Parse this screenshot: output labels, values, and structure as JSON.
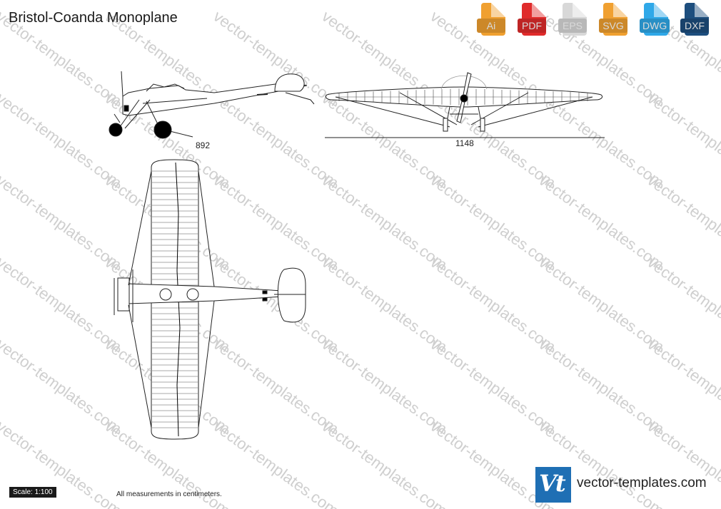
{
  "title": "Bristol-Coanda Monoplane",
  "watermark_text": "vector-templates.com",
  "formats": [
    {
      "label": "Ai",
      "color": "#f0a030",
      "icon": "ai-file-icon"
    },
    {
      "label": "PDF",
      "color": "#e02b2b",
      "icon": "pdf-file-icon"
    },
    {
      "label": "EPS",
      "color": "#d8d8d8",
      "icon": "eps-file-icon"
    },
    {
      "label": "SVG",
      "color": "#f0a030",
      "icon": "svg-file-icon"
    },
    {
      "label": "DWG",
      "color": "#2fa8e8",
      "icon": "dwg-file-icon"
    },
    {
      "label": "DXF",
      "color": "#1d4e7e",
      "icon": "dxf-file-icon"
    }
  ],
  "dimensions": {
    "side_length": "892",
    "front_span": "1148"
  },
  "scale": "Scale: 1:100",
  "note": "All measurements in centimeters.",
  "brand": {
    "logo_text": "Vt",
    "site": "vector-templates.com",
    "color": "#1f6fb4"
  }
}
